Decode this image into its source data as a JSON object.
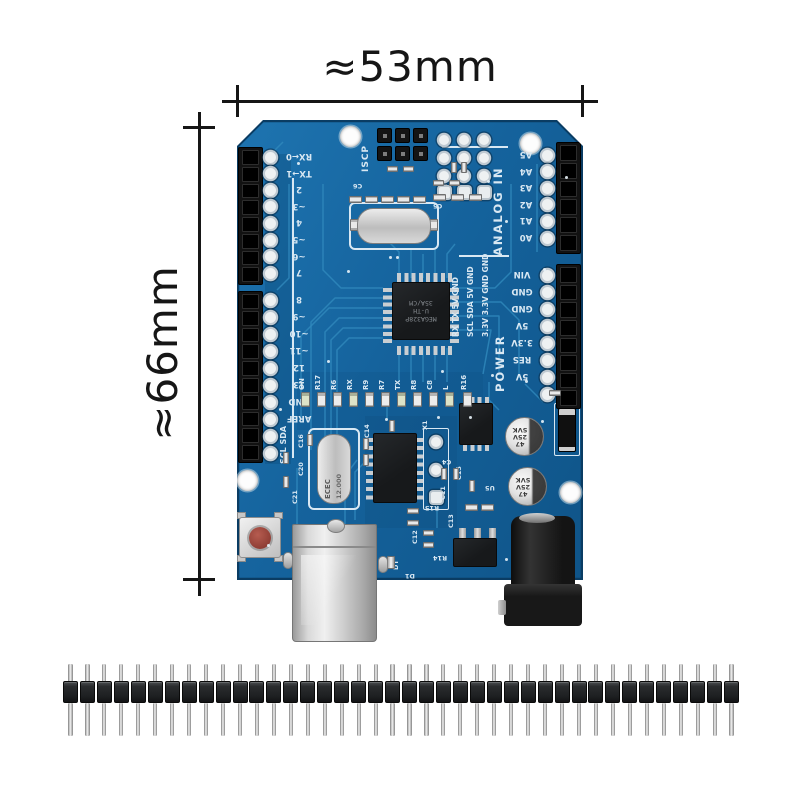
{
  "annotations": {
    "width_label": "≈53mm",
    "height_label": "≈66mm"
  },
  "board": {
    "isp_header_label": "ISCP",
    "analog_section_label": "ANALOG IN",
    "power_section_label": "POWER",
    "digital_pin_labels": [
      "RX←0",
      "TX→1",
      "2",
      "~3",
      "4",
      "~5",
      "~6",
      "7"
    ],
    "digital_pin_labels_2": [
      "8",
      "~9",
      "~10",
      "~11",
      "12",
      "13",
      "GND",
      "AREF"
    ],
    "i2c_label": "SCL SDA",
    "analog_pin_labels": [
      "A5",
      "A4",
      "A3",
      "A2",
      "A1",
      "A0"
    ],
    "power_pin_labels": [
      "VIN",
      "GND",
      "GND",
      "5V",
      "3.3V",
      "RES",
      "5V"
    ],
    "breakout_rows": [
      "RX TX 5V GND",
      "SCL SDA 5V GND",
      "3.3V 3.3V GND GND"
    ],
    "component_row_labels": [
      "ON",
      "R17",
      "R6",
      "RX",
      "R9",
      "R7",
      "TX",
      "R8",
      "C8",
      "L",
      "R16"
    ],
    "mcu_marking_lines": [
      "MEGA328P",
      "U-TH",
      "35A/CM"
    ],
    "crystal_marking": "ECEC",
    "crystal_frequency": "12.000",
    "capacitor_marking_lines": [
      "47",
      "25V",
      "SVK"
    ],
    "small_labels": {
      "r13": "R13",
      "c6": "C6",
      "c5": "C5",
      "c14": "C14",
      "c16": "C16",
      "c20": "C20",
      "c21": "C21",
      "x1": "X1",
      "r15": "R15",
      "c12": "C12",
      "c13": "C13",
      "r14": "R14",
      "c11": "C11",
      "c4": "C4",
      "c15": "C15",
      "u5": "U5",
      "d1": "D1",
      "dt": "DT"
    }
  },
  "header_strip": {
    "pin_count": 40
  },
  "colors": {
    "pcb": "#15639D",
    "pcb_dark": "#0F5488",
    "trace": "#3189BD",
    "silkscreen": "#D9E8F3",
    "dimension": "#161616",
    "background": "#FFFFFF"
  }
}
